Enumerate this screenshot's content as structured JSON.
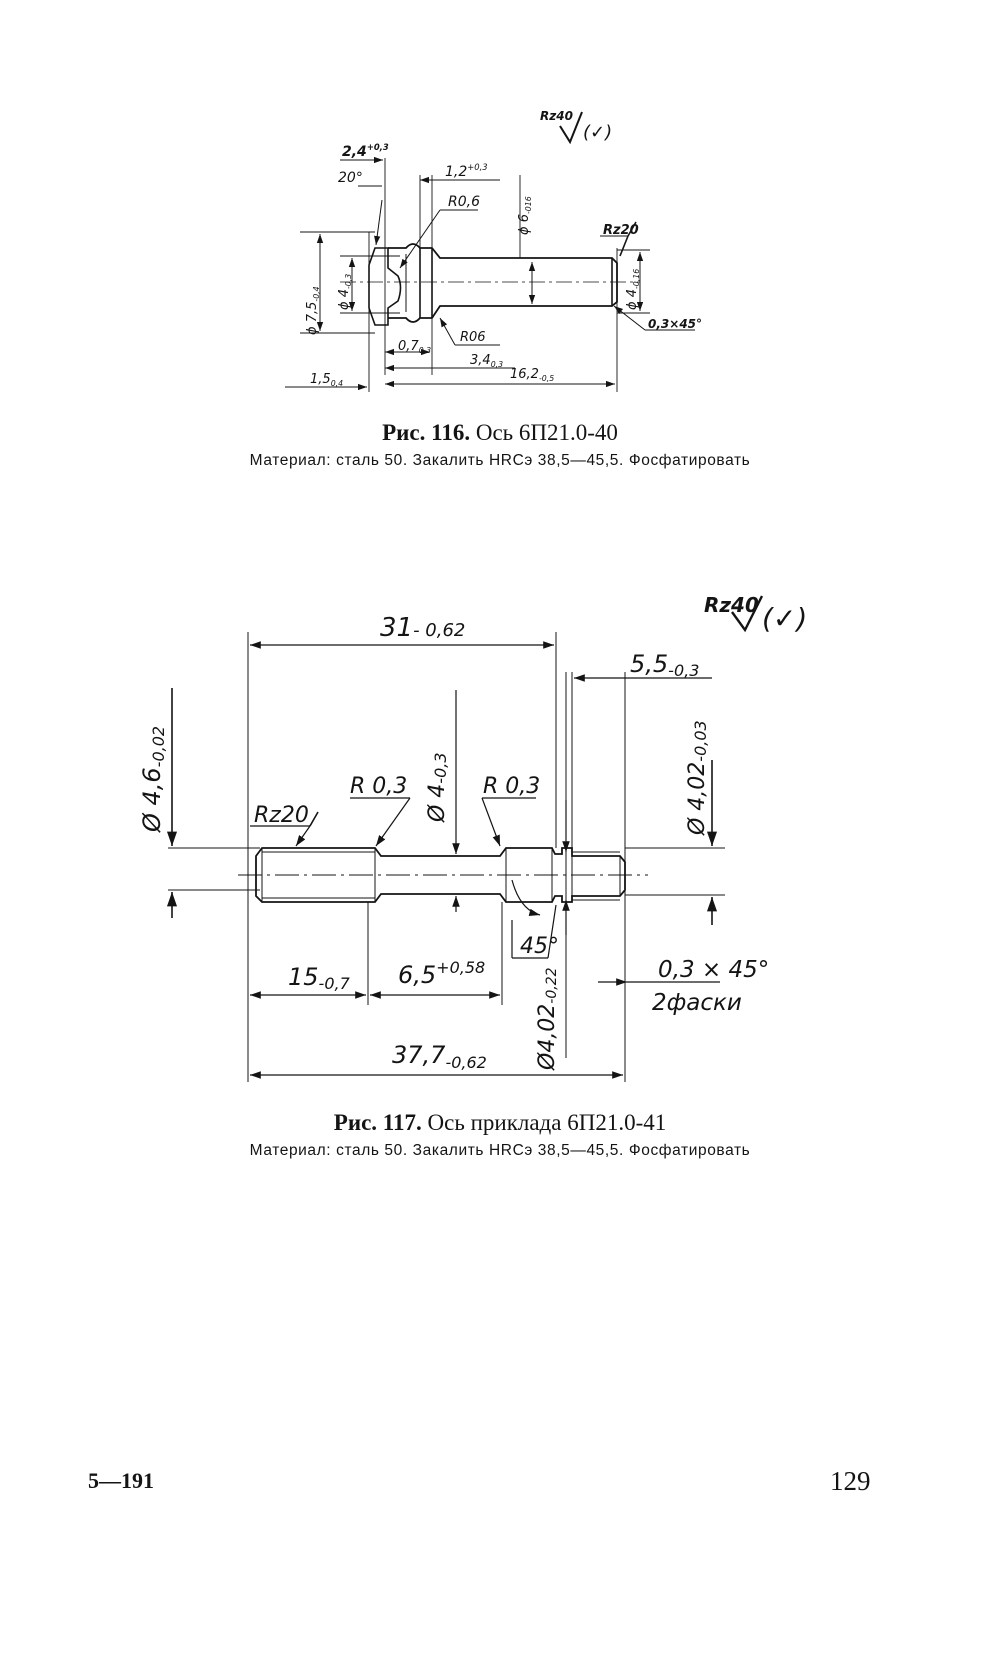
{
  "figure_116": {
    "caption_label": "Рис. 116.",
    "caption_title": "Ось 6П21.0-40",
    "material": "Материал:  сталь 50. Закалить HRCэ 38,5—45,5. Фосфатировать",
    "roughness_general": {
      "main": "Rz40",
      "paren": "(✓)"
    },
    "roughness_local": "Rz20",
    "dimensions": {
      "d_head": {
        "main": "ϕ 7,5",
        "tol": "-0,4"
      },
      "d_neck": {
        "main": "ϕ 4",
        "tol": "-0,3"
      },
      "d_shaft": {
        "main": "ϕ 6",
        "tol": "-016"
      },
      "d_end": {
        "main": "ϕ 4",
        "tol": "-0,16"
      },
      "len_head": {
        "main": "2,4",
        "tol": "+0,3"
      },
      "len_groove": {
        "main": "1,2",
        "tol": "+0,3"
      },
      "angle": "20°",
      "radius_top": "R0,6",
      "radius_bottom": "R06",
      "len_07": {
        "main": "0,7",
        "tol": "0,3"
      },
      "len_34": {
        "main": "3,4",
        "tol": "0,3"
      },
      "len_162": {
        "main": "16,2",
        "tol": "-0,5"
      },
      "len_15": {
        "main": "1,5",
        "tol": "0,4"
      },
      "chamfer": "0,3×45°"
    }
  },
  "figure_117": {
    "caption_label": "Рис. 117.",
    "caption_title": "Ось приклада 6П21.0-41",
    "material": "Материал:  сталь 50. Закалить HRCэ 38,5—45,5. Фосфатировать",
    "roughness_general": {
      "main": "Rz40",
      "paren": "(✓)"
    },
    "roughness_local": "Rz20",
    "dimensions": {
      "len_31": {
        "main": "31",
        "tol": "- 0,62"
      },
      "len_55": {
        "main": "5,5",
        "tol": "-0,3"
      },
      "d_46": {
        "main": "Ø 4,6",
        "tol": "-0,02"
      },
      "d_4": {
        "main": "Ø 4",
        "tol": "-0,3"
      },
      "d_402_top": {
        "main": "Ø 4,02",
        "tol": "-0,03"
      },
      "d_402_bottom": {
        "main": "Ø4,02",
        "tol": "-0,22"
      },
      "radius_left": "R 0,3",
      "radius_right": "R 0,3",
      "angle": "45°",
      "len_15": {
        "main": "15",
        "tol": "-0,7"
      },
      "len_65": {
        "main": "6,5",
        "tol": "+0,58"
      },
      "len_377": {
        "main": "37,7",
        "tol": "-0,62"
      },
      "chamfer": "0,3 × 45°",
      "chamfer_note": "2фаски"
    }
  },
  "footer": {
    "signature": "5—191",
    "page_number": "129"
  }
}
